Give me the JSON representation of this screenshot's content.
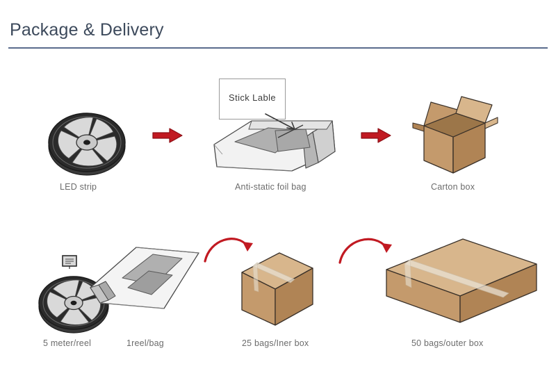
{
  "header": {
    "title": "Package & Delivery",
    "title_color": "#3d4a5c",
    "divider_color": "#5a6b8c"
  },
  "callout": {
    "label": "Stick Lable"
  },
  "colors": {
    "arrow_red": "#C11A22",
    "carton_front": "#C49A6C",
    "carton_side": "#B08455",
    "carton_top": "#D8B68C",
    "carton_outline": "#3a3129",
    "reel_dark": "#2b2b2b",
    "reel_light": "#d9d9d9",
    "bag_white": "#f4f4f4",
    "bag_gray": "#b3b3b3",
    "label_text": "#6c6c6c"
  },
  "flow_top": {
    "steps": [
      {
        "id": "led-strip",
        "label": "LED strip",
        "icon": "reel-icon"
      },
      {
        "id": "foil-bag",
        "label": "Anti-static foil bag",
        "icon": "foil-bag-icon"
      },
      {
        "id": "carton-box",
        "label": "Carton box",
        "icon": "open-carton-box-icon"
      }
    ],
    "arrows": [
      {
        "id": "arrow-1",
        "type": "straight-right-arrow"
      },
      {
        "id": "arrow-2",
        "type": "straight-right-arrow"
      }
    ]
  },
  "flow_bottom": {
    "steps": [
      {
        "id": "reel-qty",
        "label": "5 meter/reel",
        "icon": "reel-icon"
      },
      {
        "id": "bag-qty",
        "label": "1reel/bag",
        "icon": "flat-foil-bag-icon"
      },
      {
        "id": "inner-box-qty",
        "label": "25 bags/Iner box",
        "icon": "closed-carton-box-icon"
      },
      {
        "id": "outer-box-qty",
        "label": "50 bags/outer box",
        "icon": "long-carton-box-icon"
      }
    ],
    "arrows": [
      {
        "id": "curved-arrow-1",
        "type": "curved-arrow"
      },
      {
        "id": "curved-arrow-2",
        "type": "curved-arrow"
      }
    ]
  }
}
